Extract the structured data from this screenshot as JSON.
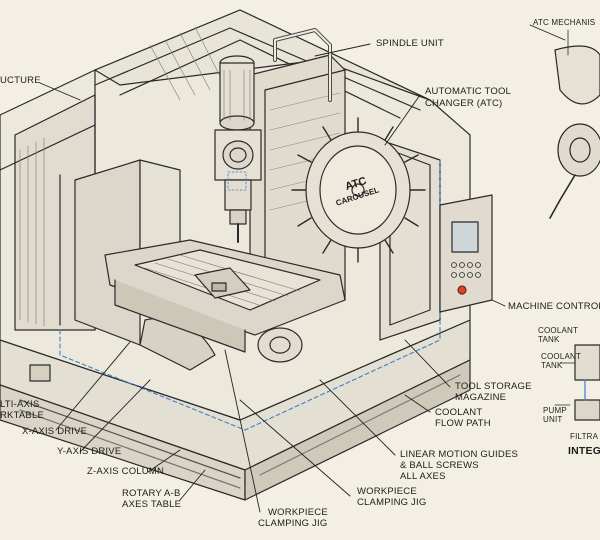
{
  "labels": {
    "structure": "UCTURE",
    "spindle_unit": "SPINDLE UNIT",
    "atc_line1": "AUTOMATIC TOOL",
    "atc_line2": "CHANGER (ATC)",
    "machine_control": "MACHINE CONTROL",
    "multi_axis_line1": "LTI-AXIS",
    "multi_axis_line2": "RKTABLE",
    "x_axis_drive": "X-AXIS DRIVE",
    "y_axis_drive": "Y-AXIS DRIVE",
    "z_axis_column": "Z-AXIS COLUMN",
    "rotary_line1": "ROTARY A-B",
    "rotary_line2": "AXES TABLE",
    "workpiece_clamp_left_line1": "WORKPIECE",
    "workpiece_clamp_left_line2": "CLAMPING JIG",
    "workpiece_clamp_right_line1": "WORKPIECE",
    "workpiece_clamp_right_line2": "CLAMPING JIG",
    "linear_line1": "LINEAR MOTION GUIDES",
    "linear_line2": "& BALL SCREWS",
    "linear_line3": "ALL AXES",
    "coolant_flow_line1": "COOLANT",
    "coolant_flow_line2": "FLOW PATH",
    "tool_storage_line1": "TOOL STORAGE",
    "tool_storage_line2": "MAGAZINE",
    "atc_mechanism": "ATC MECHANIS",
    "atc_carousel_line1": "ATC",
    "atc_carousel_line2": "CAROUSEL",
    "inset_coolant_tank_1_line1": "COOLANT",
    "inset_coolant_tank_1_line2": "TANK",
    "inset_coolant_tank_2_line1": "COOLANT",
    "inset_coolant_tank_2_line2": "TANK",
    "inset_pump_line1": "PUMP",
    "inset_pump_line2": "UNIT",
    "inset_filtra": "FILTRA",
    "inset_title": "INTEG"
  }
}
